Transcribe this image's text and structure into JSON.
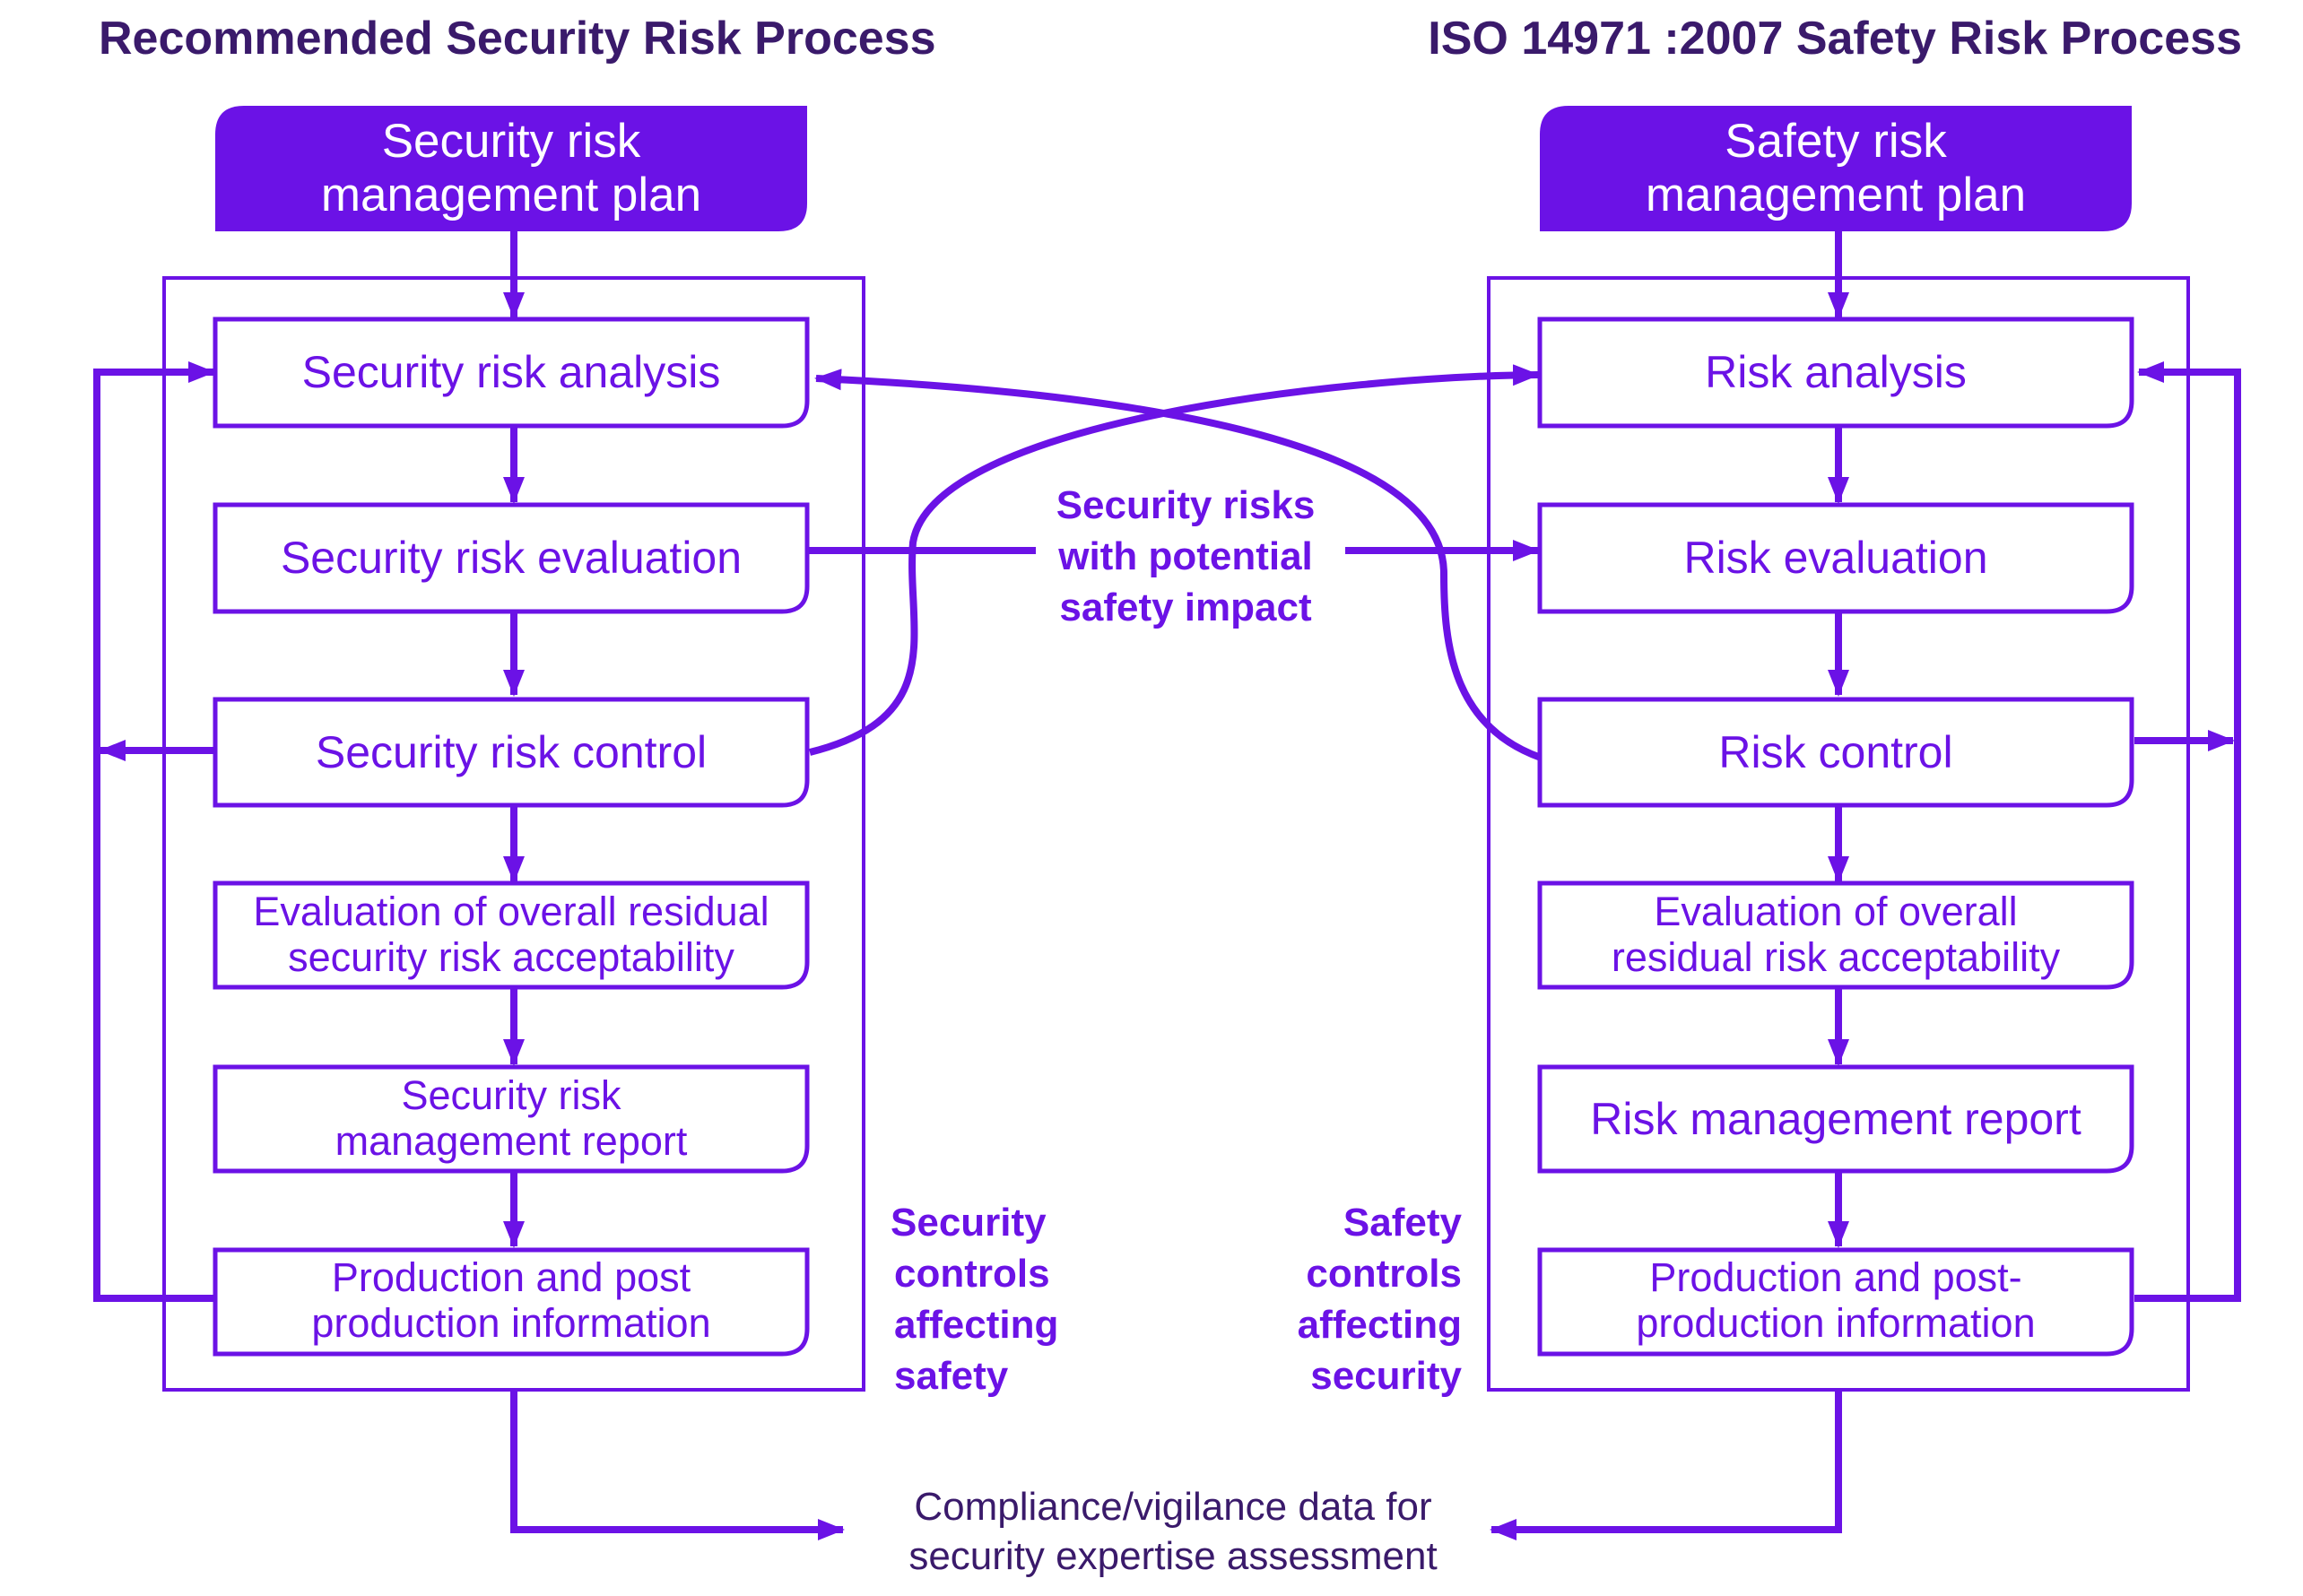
{
  "titles": {
    "left": "Recommended Security Risk Process",
    "right": "ISO 14971 :2007 Safety Risk Process"
  },
  "left": {
    "header": [
      "Security risk",
      "management plan"
    ],
    "steps": [
      [
        "Security risk analysis"
      ],
      [
        "Security risk evaluation"
      ],
      [
        "Security risk control"
      ],
      [
        "Evaluation of overall residual",
        "security risk acceptability"
      ],
      [
        "Security risk",
        "management report"
      ],
      [
        "Production and post",
        "production information"
      ]
    ]
  },
  "right": {
    "header": [
      "Safety risk",
      "management plan"
    ],
    "steps": [
      [
        "Risk analysis"
      ],
      [
        "Risk evaluation"
      ],
      [
        "Risk control"
      ],
      [
        "Evaluation of overall",
        "residual risk acceptability"
      ],
      [
        "Risk management report"
      ],
      [
        "Production and post-",
        "production information"
      ]
    ]
  },
  "labels": {
    "center": [
      "Security risks",
      "with potential",
      "safety impact"
    ],
    "left_controls": [
      "Security",
      "controls",
      "affecting",
      "safety"
    ],
    "right_controls": [
      "Safety",
      "controls",
      "affecting",
      "security"
    ],
    "bottom": [
      "Compliance/vigilance data for",
      "security expertise assessment"
    ]
  },
  "colors": {
    "accent": "#6b12e6",
    "title": "#3a1a6b",
    "header_text": "#ffffff"
  }
}
